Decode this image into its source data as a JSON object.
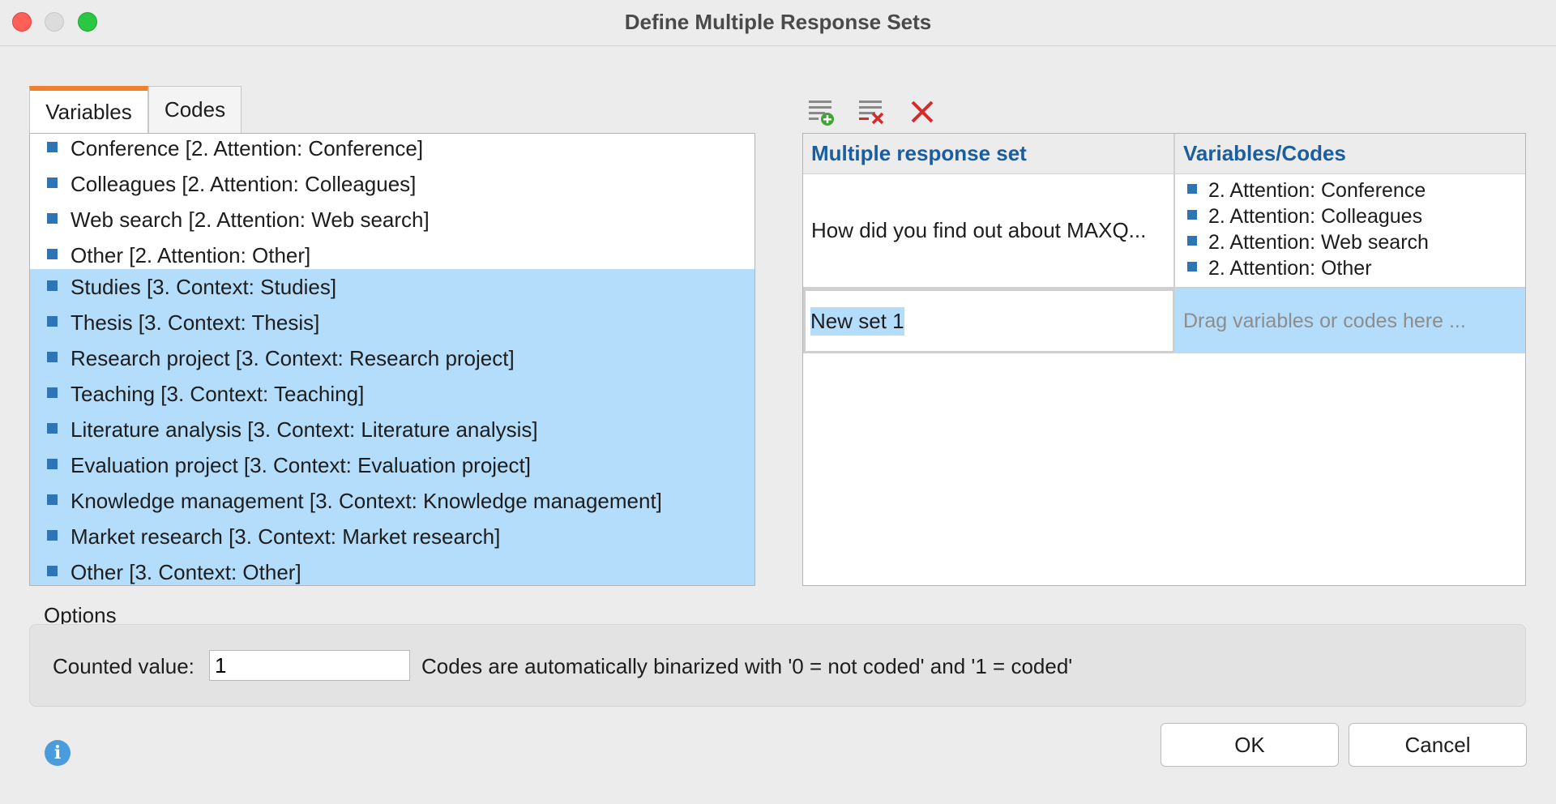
{
  "window": {
    "title": "Define Multiple Response Sets"
  },
  "tabs": [
    {
      "label": "Variables",
      "active": true
    },
    {
      "label": "Codes",
      "active": false
    }
  ],
  "variables": [
    {
      "label": "Conference [2. Attention: Conference]",
      "selected": false
    },
    {
      "label": "Colleagues [2. Attention: Colleagues]",
      "selected": false
    },
    {
      "label": "Web search [2. Attention: Web search]",
      "selected": false
    },
    {
      "label": "Other [2. Attention: Other]",
      "selected": false
    },
    {
      "label": "Studies [3. Context: Studies]",
      "selected": true
    },
    {
      "label": "Thesis [3. Context: Thesis]",
      "selected": true
    },
    {
      "label": "Research project [3. Context: Research project]",
      "selected": true
    },
    {
      "label": "Teaching [3. Context: Teaching]",
      "selected": true
    },
    {
      "label": "Literature analysis [3. Context: Literature analysis]",
      "selected": true
    },
    {
      "label": "Evaluation project [3. Context: Evaluation project]",
      "selected": true
    },
    {
      "label": "Knowledge management [3. Context: Knowledge management]",
      "selected": true
    },
    {
      "label": "Market research [3. Context: Market research]",
      "selected": true
    },
    {
      "label": "Other [3. Context: Other]",
      "selected": true
    }
  ],
  "toolbar": {
    "icons": [
      "add-set-icon",
      "remove-set-icon",
      "delete-icon"
    ]
  },
  "table": {
    "headers": [
      "Multiple response set",
      "Variables/Codes"
    ],
    "rows": [
      {
        "set": "How did you find out about MAXQ...",
        "items": [
          "2. Attention: Conference",
          "2. Attention: Colleagues",
          "2. Attention: Web search",
          "2. Attention: Other"
        ]
      },
      {
        "set": "New set 1",
        "placeholder": "Drag variables or codes here ..."
      }
    ]
  },
  "options": {
    "heading": "Options",
    "counted_label": "Counted value:",
    "counted_value": "1",
    "note": "Codes are automatically binarized with '0 = not coded' and '1 = coded'"
  },
  "buttons": {
    "ok": "OK",
    "cancel": "Cancel"
  },
  "colors": {
    "accent_tab": "#f0802c",
    "selection": "#b4ddfb",
    "header_text": "#1b5ea0",
    "bullet": "#2f74b5"
  }
}
